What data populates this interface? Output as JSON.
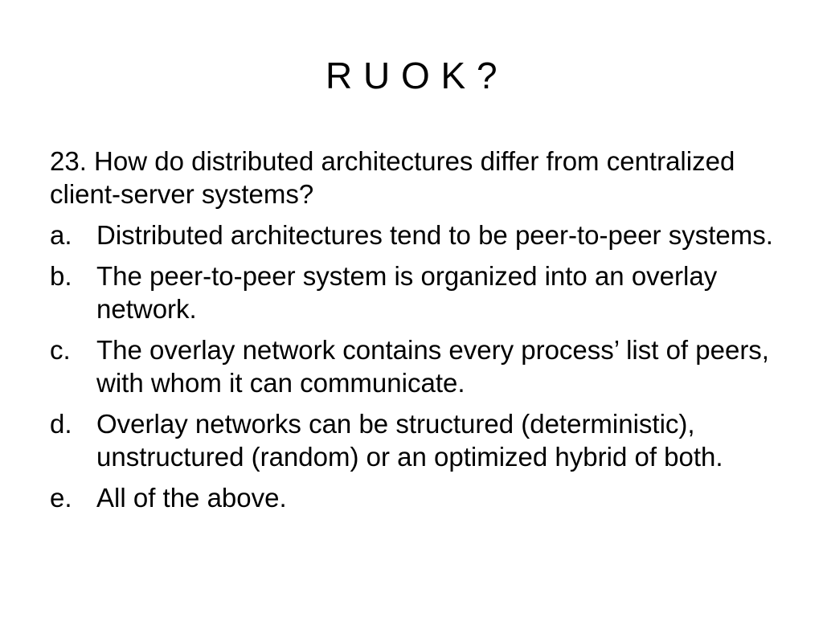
{
  "slide": {
    "title": "R U O K ?",
    "question": "23. How do distributed architectures differ from centralized client-server systems?",
    "options": [
      {
        "letter": "a.",
        "text": "Distributed architectures tend to be peer-to-peer systems."
      },
      {
        "letter": "b.",
        "text": "The peer-to-peer system is organized into an overlay network."
      },
      {
        "letter": "c.",
        "text": "The overlay network contains every process’ list of peers, with whom it can communicate."
      },
      {
        "letter": "d.",
        "text": "Overlay networks can be structured (deterministic), unstructured (random) or an optimized hybrid of both."
      },
      {
        "letter": "e.",
        "text": "All of the above."
      }
    ]
  }
}
